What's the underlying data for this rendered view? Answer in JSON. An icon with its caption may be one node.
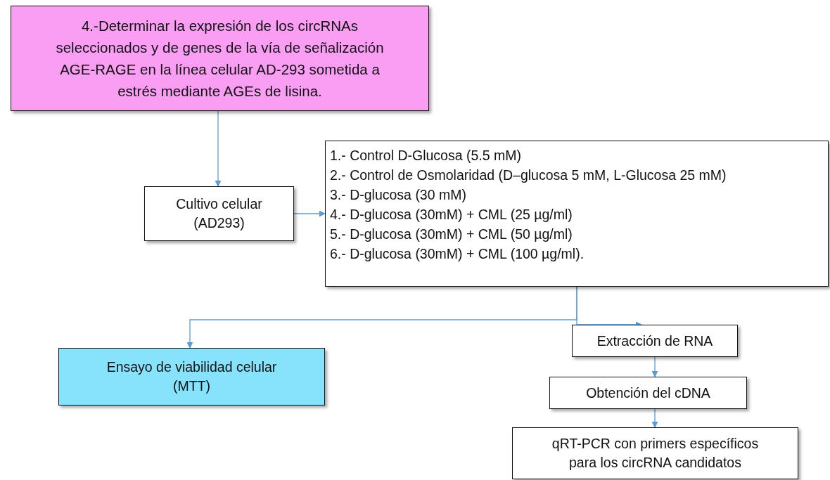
{
  "diagram": {
    "nodes": [
      {
        "text": [
          "4.-Determinar la expresión de los circRNAs seleccionados y de genes de la vía de señalización AGE-RAGE en la línea celular AD-293 sometida a estrés mediante AGEs de lisina."
        ]
      },
      {
        "text": [
          "Cultivo celular (AD293)"
        ]
      },
      {
        "text": [
          "1.- Control D-Glucosa (5.5 mM)",
          "2.- Control de Osmolaridad (D–glucosa 5 mM, L-Glucosa 25 mM)",
          "3.- D-glucosa (30 mM)",
          "4.- D-glucosa (30mM) + CML (25 µg/ml)",
          "5.- D-glucosa (30mM) + CML (50 µg/ml)",
          "6.- D-glucosa (30mM) + CML (100 µg/ml)."
        ]
      },
      {
        "text": [
          "Ensayo de viabilidad celular (MTT)"
        ]
      },
      {
        "text": [
          "Extracción de RNA"
        ]
      },
      {
        "text": [
          "Obtención del cDNA"
        ]
      },
      {
        "text": [
          "qRT-PCR con primers específicos para los circRNA candidatos"
        ]
      }
    ],
    "edges": [
      {
        "from": 0,
        "to": 1,
        "arrow": "to"
      },
      {
        "from": 1,
        "to": 2,
        "arrow": "to"
      },
      {
        "from": 2,
        "to": 3,
        "arrow": "to"
      },
      {
        "from": 2,
        "to": 4,
        "arrow": "to"
      },
      {
        "from": 4,
        "to": 5,
        "arrow": "to"
      },
      {
        "from": 5,
        "to": 6,
        "arrow": "to"
      }
    ]
  }
}
